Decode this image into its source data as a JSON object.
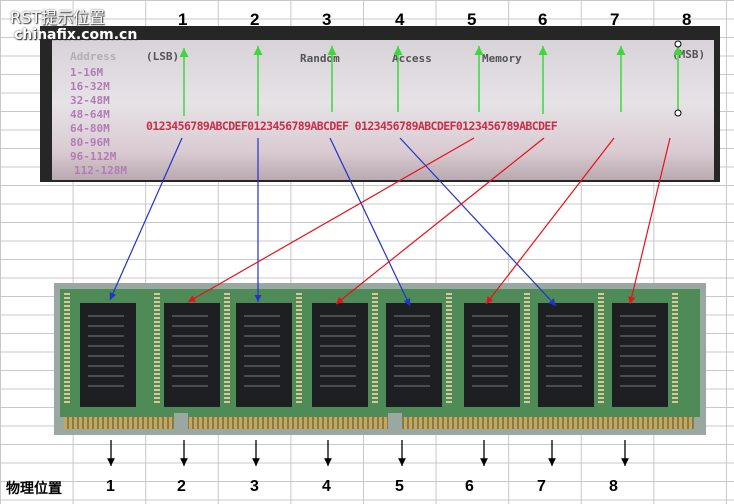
{
  "watermark": {
    "line1": "RST提示位置",
    "line2": "chinafix.com.cn"
  },
  "header_numbers": [
    "1",
    "2",
    "3",
    "4",
    "5",
    "6",
    "7",
    "8"
  ],
  "screen": {
    "address_header": "Address",
    "address_rows": [
      "1-16M",
      "16-32M",
      "32-48M",
      "48-64M",
      "64-80M",
      "80-96M",
      "96-112M",
      "112-128M"
    ],
    "lsb_label": "(LSB)",
    "msb_label": "(MSB)",
    "words": [
      "Random",
      "Access",
      "Memory"
    ],
    "hex_string": "0123456789ABCDEF0123456789ABCDEF 0123456789ABCDEF0123456789ABCDEF"
  },
  "footer": {
    "label": "物理位置",
    "positions": [
      "1",
      "2",
      "3",
      "4",
      "5",
      "6",
      "7",
      "8"
    ]
  },
  "colors": {
    "blue_arrow": "#2233cc",
    "red_arrow": "#e8101a",
    "green_marker": "#3cd83c"
  }
}
